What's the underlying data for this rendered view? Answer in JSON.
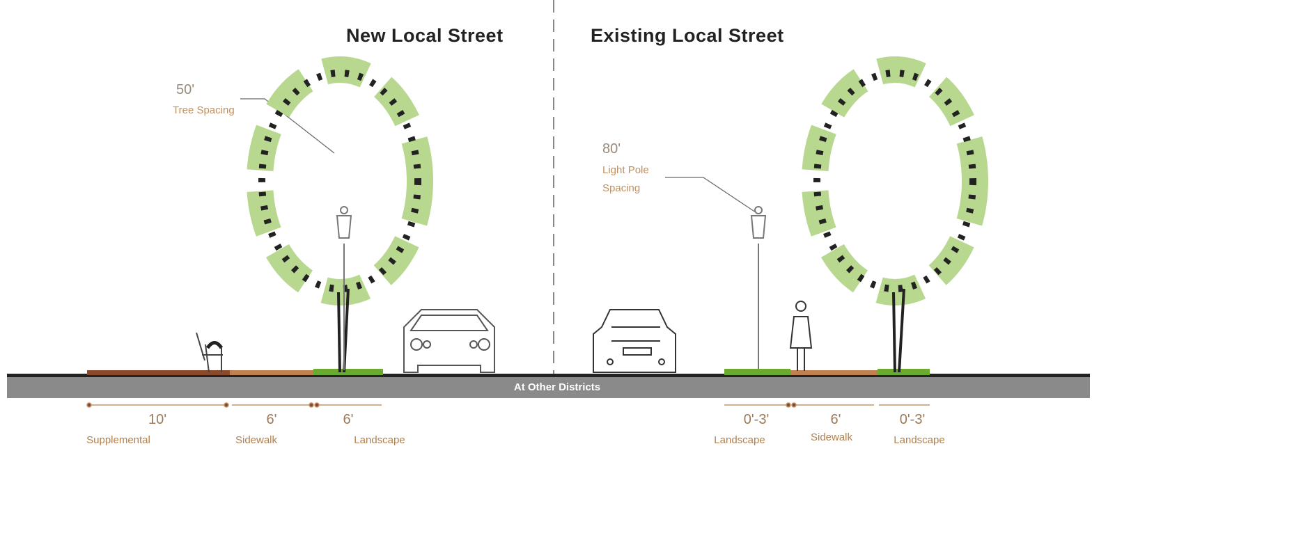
{
  "titles": {
    "new": "New Local Street",
    "existing": "Existing Local Street"
  },
  "annotations": {
    "tree_spacing": {
      "value": "50'",
      "label": "Tree Spacing"
    },
    "light_pole_spacing": {
      "value": "80'",
      "label_1": "Light Pole",
      "label_2": "Spacing"
    }
  },
  "band_label": "At Other Districts",
  "new_street_dims": [
    {
      "value": "10'",
      "label": "Supplemental"
    },
    {
      "value": "6'",
      "label": "Sidewalk"
    },
    {
      "value": "6'",
      "label": "Landscape"
    }
  ],
  "existing_street_dims": [
    {
      "value": "0'-3'",
      "label": "Landscape"
    },
    {
      "value": "6'",
      "label": "Sidewalk"
    },
    {
      "value": "0'-3'",
      "label": "Landscape"
    }
  ],
  "colors": {
    "supplemental": "#8a4a2a",
    "sidewalk": "#c08050",
    "landscape": "#6aaa30",
    "foliage": "#b8d890",
    "ground": "#8a8a8a",
    "dim_line": "#c0956a"
  }
}
